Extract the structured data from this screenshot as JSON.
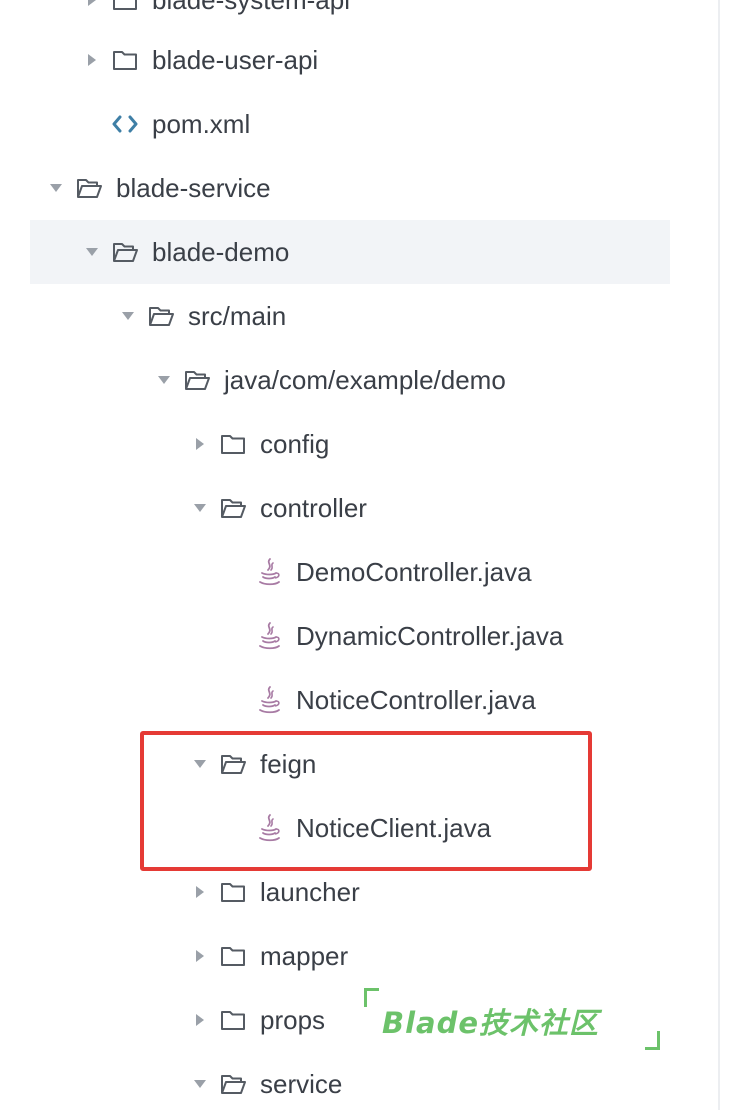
{
  "colors": {
    "text": "#3a3f47",
    "icon": "#555b63",
    "xml_icon": "#3f7fa6",
    "java_icon": "#a87ba4",
    "caret": "#9aa0a8",
    "selected_row": "#f2f4f7",
    "highlight_border": "#e53a35",
    "watermark": "#6cc26a"
  },
  "tree": {
    "items": [
      {
        "label": "blade-system-api",
        "icon": "folder-icon",
        "state": "collapsed"
      },
      {
        "label": "blade-user-api",
        "icon": "folder-icon",
        "state": "collapsed"
      },
      {
        "label": "pom.xml",
        "icon": "xml-code-icon",
        "state": "leaf"
      },
      {
        "label": "blade-service",
        "icon": "folder-open-icon",
        "state": "expanded"
      },
      {
        "label": "blade-demo",
        "icon": "folder-open-icon",
        "state": "expanded",
        "selected": true
      },
      {
        "label": "src/main",
        "icon": "folder-open-icon",
        "state": "expanded"
      },
      {
        "label": "java/com/example/demo",
        "icon": "folder-open-icon",
        "state": "expanded"
      },
      {
        "label": "config",
        "icon": "folder-icon",
        "state": "collapsed"
      },
      {
        "label": "controller",
        "icon": "folder-open-icon",
        "state": "expanded"
      },
      {
        "label": "DemoController.java",
        "icon": "java-file-icon",
        "state": "leaf"
      },
      {
        "label": "DynamicController.java",
        "icon": "java-file-icon",
        "state": "leaf"
      },
      {
        "label": "NoticeController.java",
        "icon": "java-file-icon",
        "state": "leaf"
      },
      {
        "label": "feign",
        "icon": "folder-open-icon",
        "state": "expanded"
      },
      {
        "label": "NoticeClient.java",
        "icon": "java-file-icon",
        "state": "leaf"
      },
      {
        "label": "launcher",
        "icon": "folder-icon",
        "state": "collapsed"
      },
      {
        "label": "mapper",
        "icon": "folder-icon",
        "state": "collapsed"
      },
      {
        "label": "props",
        "icon": "folder-icon",
        "state": "collapsed"
      },
      {
        "label": "service",
        "icon": "folder-open-icon",
        "state": "expanded"
      }
    ]
  },
  "watermark": {
    "text": "Blade技术社区"
  }
}
